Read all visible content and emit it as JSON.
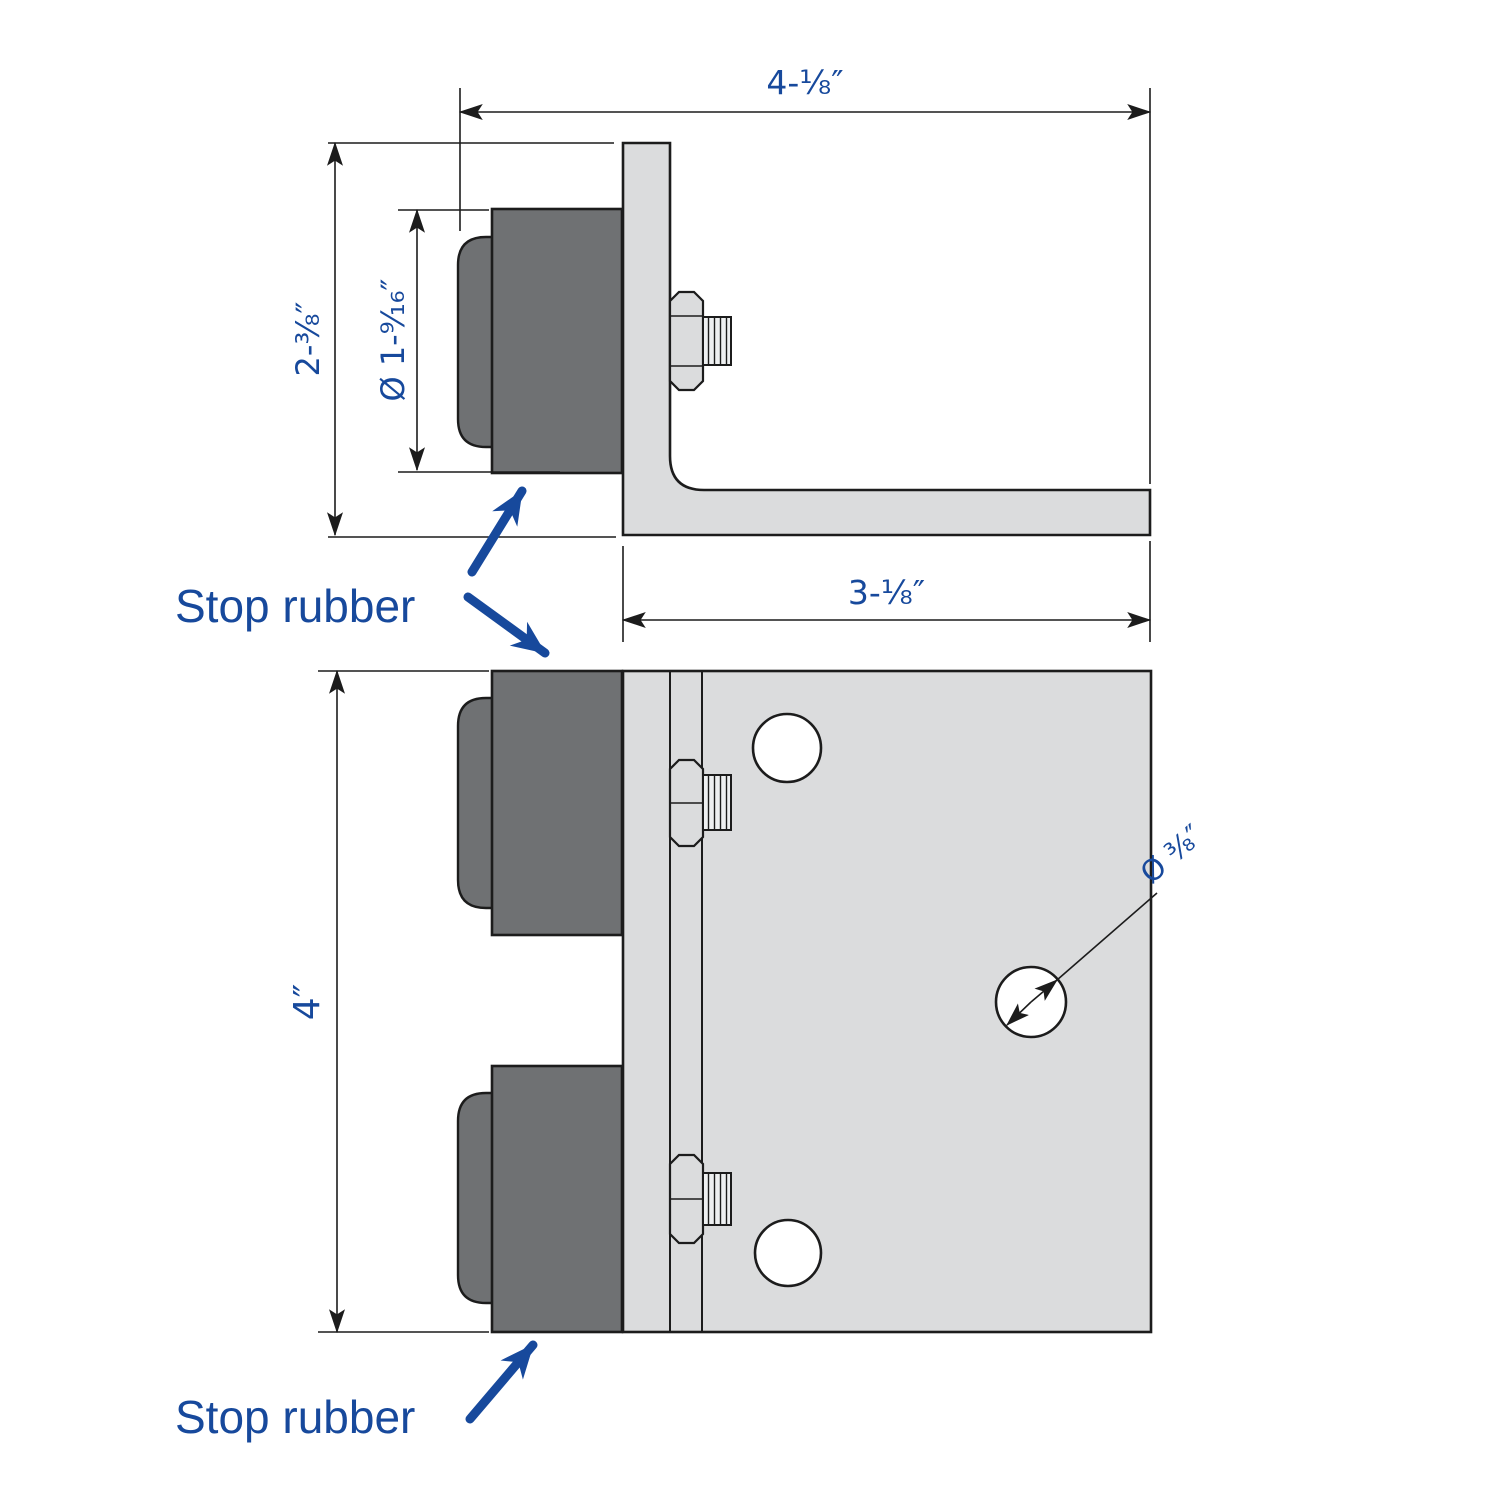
{
  "drawing": {
    "type": "technical-drawing",
    "subject": "stop bracket with rubber stops, two orthographic views"
  },
  "colors": {
    "accent_blue": "#17499c",
    "line_black": "#1c1c1c",
    "rubber_gray": "#6f7173",
    "metal_gray": "#dbdcdd",
    "stud_gray": "#eef0f1",
    "hole_white": "#ffffff",
    "background": "#ffffff"
  },
  "labels": {
    "stop_rubber_top": "Stop rubber",
    "stop_rubber_bottom": "Stop rubber"
  },
  "dimensions": {
    "overall_width": "4-⅛″",
    "bracket_height": "2-⅜″",
    "rubber_diameter": "Ø 1-⁹⁄₁₆″",
    "plate_depth": "3-⅛″",
    "plate_width": "4″",
    "hole_diameter": "Ø ⅜″"
  }
}
